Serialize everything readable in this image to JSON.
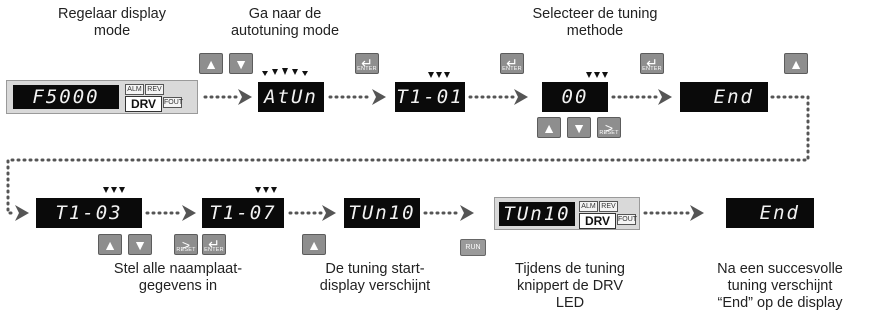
{
  "captions": {
    "regelaar": "Regelaar display\nmode",
    "ganaar": "Ga naar de\nautotuning mode",
    "selecteer": "Selecteer de tuning\nmethode",
    "stel": "Stel alle naamplaat-\ngegevens in",
    "start": "De tuning start-\ndisplay verschijnt",
    "tijdens": "Tijdens de tuning\nknippert de DRV\nLED",
    "na": "Na een succesvolle\ntuning verschijnt\n“End” op de display"
  },
  "displays": {
    "d1": "F5000",
    "d2": "AtUn",
    "d3": "T1-01",
    "d4": "00",
    "d5": "End",
    "d6": "T1-03",
    "d7": "T1-07",
    "d8": "TUn10",
    "d9": "TUn10",
    "d10": "End"
  },
  "indicators": {
    "alm": "ALM",
    "rev": "REV",
    "drv": "DRV",
    "fout": "FOUT"
  },
  "keys": {
    "up": "▲",
    "down": "▼",
    "right": ">",
    "enter": "↵",
    "enter_label": "ENTER",
    "reset_label": "RESET",
    "run_label": "RUN"
  },
  "colors": {
    "display_bg": "#0a0a0a",
    "key_bg": "#8e8e8e",
    "arrow": "#555555"
  }
}
